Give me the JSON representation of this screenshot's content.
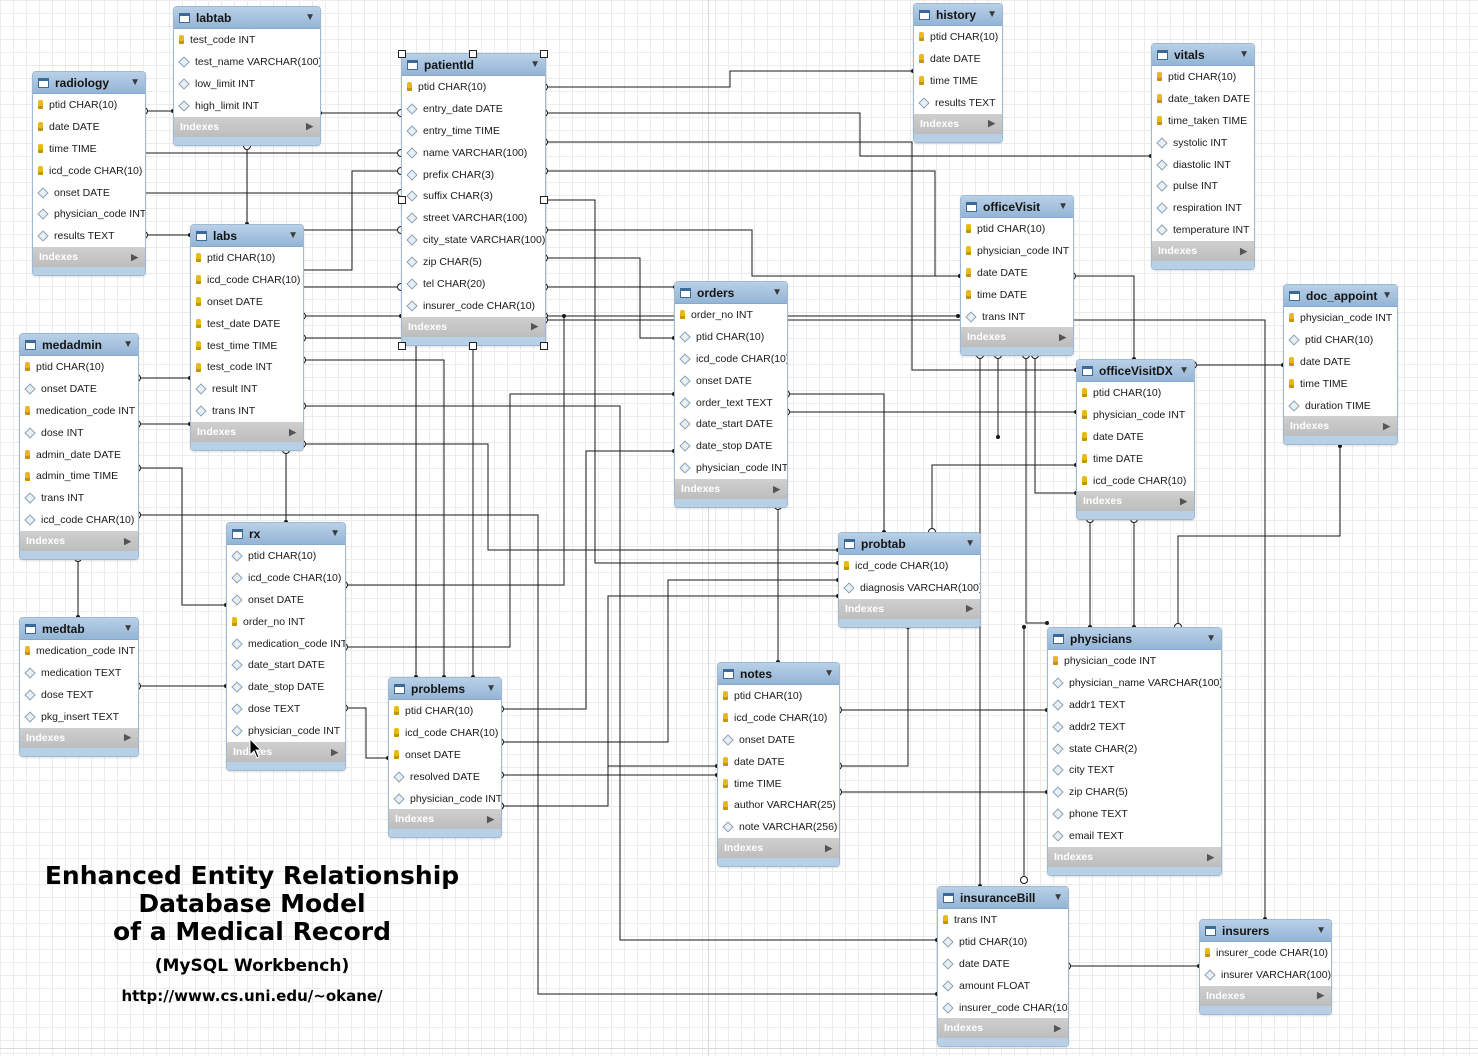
{
  "app": "MySQL Workbench",
  "tables": [
    {
      "name": "radiology",
      "columns": [
        {
          "label": "ptid CHAR(10)",
          "key": true
        },
        {
          "label": "date DATE",
          "key": true
        },
        {
          "label": "time TIME",
          "key": true
        },
        {
          "label": "icd_code CHAR(10)",
          "key": true
        },
        {
          "label": "onset DATE",
          "key": false
        },
        {
          "label": "physician_code INT",
          "key": false
        },
        {
          "label": "results TEXT",
          "key": false
        }
      ]
    },
    {
      "name": "labtab",
      "columns": [
        {
          "label": "test_code INT",
          "key": true
        },
        {
          "label": "test_name VARCHAR(100)",
          "key": false
        },
        {
          "label": "low_limit INT",
          "key": false
        },
        {
          "label": "high_limit INT",
          "key": false
        }
      ]
    },
    {
      "name": "patientId",
      "columns": [
        {
          "label": "ptid CHAR(10)",
          "key": true
        },
        {
          "label": "entry_date DATE",
          "key": false
        },
        {
          "label": "entry_time TIME",
          "key": false
        },
        {
          "label": "name VARCHAR(100)",
          "key": false
        },
        {
          "label": "prefix CHAR(3)",
          "key": false
        },
        {
          "label": "suffix CHAR(3)",
          "key": false
        },
        {
          "label": "street VARCHAR(100)",
          "key": false
        },
        {
          "label": "city_state VARCHAR(100)",
          "key": false
        },
        {
          "label": "zip CHAR(5)",
          "key": false
        },
        {
          "label": "tel CHAR(20)",
          "key": false
        },
        {
          "label": "insurer_code CHAR(10)",
          "key": false
        }
      ]
    },
    {
      "name": "history",
      "columns": [
        {
          "label": "ptid CHAR(10)",
          "key": true
        },
        {
          "label": "date DATE",
          "key": true
        },
        {
          "label": "time TIME",
          "key": true
        },
        {
          "label": "results TEXT",
          "key": false
        }
      ]
    },
    {
      "name": "vitals",
      "columns": [
        {
          "label": "ptid CHAR(10)",
          "key": true
        },
        {
          "label": "date_taken DATE",
          "key": true
        },
        {
          "label": "time_taken TIME",
          "key": true
        },
        {
          "label": "systolic INT",
          "key": false
        },
        {
          "label": "diastolic INT",
          "key": false
        },
        {
          "label": "pulse INT",
          "key": false
        },
        {
          "label": "respiration INT",
          "key": false
        },
        {
          "label": "temperature INT",
          "key": false
        }
      ]
    },
    {
      "name": "officeVisit",
      "columns": [
        {
          "label": "ptid CHAR(10)",
          "key": true
        },
        {
          "label": "physician_code INT",
          "key": true
        },
        {
          "label": "date DATE",
          "key": true
        },
        {
          "label": "time DATE",
          "key": true
        },
        {
          "label": "trans INT",
          "key": false
        }
      ]
    },
    {
      "name": "labs",
      "columns": [
        {
          "label": "ptid CHAR(10)",
          "key": true
        },
        {
          "label": "icd_code CHAR(10)",
          "key": true
        },
        {
          "label": "onset DATE",
          "key": true
        },
        {
          "label": "test_date DATE",
          "key": true
        },
        {
          "label": "test_time TIME",
          "key": true
        },
        {
          "label": "test_code INT",
          "key": true
        },
        {
          "label": "result INT",
          "key": false
        },
        {
          "label": "trans INT",
          "key": false
        }
      ]
    },
    {
      "name": "orders",
      "columns": [
        {
          "label": "order_no INT",
          "key": true
        },
        {
          "label": "ptid CHAR(10)",
          "key": false
        },
        {
          "label": "icd_code CHAR(10)",
          "key": false
        },
        {
          "label": "onset DATE",
          "key": false
        },
        {
          "label": "order_text TEXT",
          "key": false
        },
        {
          "label": "date_start DATE",
          "key": false
        },
        {
          "label": "date_stop DATE",
          "key": false
        },
        {
          "label": "physician_code INT",
          "key": false
        }
      ]
    },
    {
      "name": "doc_appoint",
      "columns": [
        {
          "label": "physician_code INT",
          "key": true
        },
        {
          "label": "ptid CHAR(10)",
          "key": false
        },
        {
          "label": "date DATE",
          "key": true
        },
        {
          "label": "time TIME",
          "key": true
        },
        {
          "label": "duration TIME",
          "key": false
        }
      ]
    },
    {
      "name": "officeVisitDX",
      "columns": [
        {
          "label": "ptid CHAR(10)",
          "key": true
        },
        {
          "label": "physician_code INT",
          "key": true
        },
        {
          "label": "date DATE",
          "key": true
        },
        {
          "label": "time DATE",
          "key": true
        },
        {
          "label": "icd_code CHAR(10)",
          "key": true
        }
      ]
    },
    {
      "name": "medadmin",
      "columns": [
        {
          "label": "ptid CHAR(10)",
          "key": true
        },
        {
          "label": "onset DATE",
          "key": false
        },
        {
          "label": "medication_code INT",
          "key": true
        },
        {
          "label": "dose INT",
          "key": false
        },
        {
          "label": "admin_date DATE",
          "key": true
        },
        {
          "label": "admin_time TIME",
          "key": true
        },
        {
          "label": "trans INT",
          "key": false
        },
        {
          "label": "icd_code CHAR(10)",
          "key": false
        }
      ]
    },
    {
      "name": "rx",
      "columns": [
        {
          "label": "ptid CHAR(10)",
          "key": false
        },
        {
          "label": "icd_code CHAR(10)",
          "key": false
        },
        {
          "label": "onset DATE",
          "key": false
        },
        {
          "label": "order_no INT",
          "key": true
        },
        {
          "label": "medication_code INT",
          "key": false
        },
        {
          "label": "date_start DATE",
          "key": false
        },
        {
          "label": "date_stop DATE",
          "key": false
        },
        {
          "label": "dose TEXT",
          "key": false
        },
        {
          "label": "physician_code INT",
          "key": false
        }
      ]
    },
    {
      "name": "probtab",
      "columns": [
        {
          "label": "icd_code CHAR(10)",
          "key": true
        },
        {
          "label": "diagnosis VARCHAR(100)",
          "key": false
        }
      ]
    },
    {
      "name": "medtab",
      "columns": [
        {
          "label": "medication_code INT",
          "key": true
        },
        {
          "label": "medication TEXT",
          "key": false
        },
        {
          "label": "dose TEXT",
          "key": false
        },
        {
          "label": "pkg_insert TEXT",
          "key": false
        }
      ]
    },
    {
      "name": "problems",
      "columns": [
        {
          "label": "ptid CHAR(10)",
          "key": true
        },
        {
          "label": "icd_code CHAR(10)",
          "key": true
        },
        {
          "label": "onset DATE",
          "key": true
        },
        {
          "label": "resolved DATE",
          "key": false
        },
        {
          "label": "physician_code INT",
          "key": false
        }
      ]
    },
    {
      "name": "notes",
      "columns": [
        {
          "label": "ptid CHAR(10)",
          "key": true
        },
        {
          "label": "icd_code CHAR(10)",
          "key": true
        },
        {
          "label": "onset DATE",
          "key": false
        },
        {
          "label": "date DATE",
          "key": true
        },
        {
          "label": "time TIME",
          "key": true
        },
        {
          "label": "author VARCHAR(25)",
          "key": true
        },
        {
          "label": "note VARCHAR(256)",
          "key": false
        }
      ]
    },
    {
      "name": "physicians",
      "columns": [
        {
          "label": "physician_code INT",
          "key": true
        },
        {
          "label": "physician_name VARCHAR(100)",
          "key": false
        },
        {
          "label": "addr1 TEXT",
          "key": false
        },
        {
          "label": "addr2 TEXT",
          "key": false
        },
        {
          "label": "state CHAR(2)",
          "key": false
        },
        {
          "label": "city TEXT",
          "key": false
        },
        {
          "label": "zip CHAR(5)",
          "key": false
        },
        {
          "label": "phone TEXT",
          "key": false
        },
        {
          "label": "email TEXT",
          "key": false
        }
      ]
    },
    {
      "name": "insuranceBill",
      "columns": [
        {
          "label": "trans INT",
          "key": true
        },
        {
          "label": "ptid CHAR(10)",
          "key": false
        },
        {
          "label": "date DATE",
          "key": false
        },
        {
          "label": "amount FLOAT",
          "key": false
        },
        {
          "label": "insurer_code CHAR(10)",
          "key": false
        }
      ]
    },
    {
      "name": "insurers",
      "columns": [
        {
          "label": "insurer_code CHAR(10)",
          "key": true
        },
        {
          "label": "insurer VARCHAR(100)",
          "key": false
        }
      ]
    }
  ],
  "indexes_label": "Indexes",
  "caption": {
    "line1": "Enhanced Entity Relationship",
    "line2": "Database Model",
    "line3": "of a Medical Record",
    "subtitle": "(MySQL Workbench)",
    "url": "http://www.cs.uni.edu/~okane/"
  },
  "colors": {
    "header": "#a9c4e0",
    "key": "#e8b91c",
    "indexes_bar": "#c6c6c6",
    "connector": "#1a1a1a"
  },
  "icons": [
    "table-icon",
    "primary-key-icon",
    "column-icon",
    "dropdown-arrow-icon",
    "expand-arrow-icon",
    "mouse-cursor-icon"
  ]
}
